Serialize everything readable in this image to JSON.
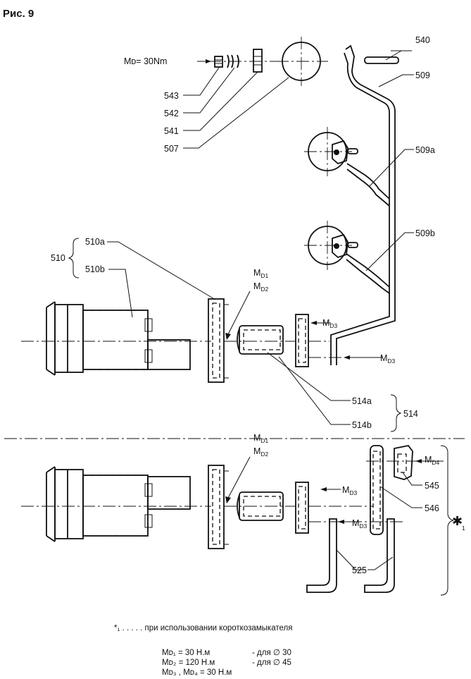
{
  "figure": {
    "title": "Рис. 9",
    "torque_top_label": "Mᴅ= 30Nm"
  },
  "labels": {
    "l540": "540",
    "l509": "509",
    "l509a": "509a",
    "l509b": "509b",
    "l543": "543",
    "l542": "542",
    "l541": "541",
    "l507": "507",
    "l510": "510",
    "l510a": "510a",
    "l510b": "510b",
    "l514": "514",
    "l514a": "514a",
    "l514b": "514b",
    "l545": "545",
    "l546": "546",
    "l525": "525",
    "star": "✱",
    "star_sub": "1"
  },
  "torques": {
    "m": "M",
    "d1": "D1",
    "d2": "D2",
    "d3": "D3",
    "d4": "D4"
  },
  "legend": {
    "footnote_marker": "*₁",
    "footnote_text": " . . . . .  при использовании короткозамыкателя",
    "row1_left": "Mᴅ₁ =   30 Н.м",
    "row1_right": "- для ∅ 30",
    "row2_left": "Mᴅ₂ = 120 Н.м",
    "row2_right": "- для ∅ 45",
    "row3_left": "Mᴅ₃ ,  Mᴅ₄ = 30 Н.м"
  }
}
